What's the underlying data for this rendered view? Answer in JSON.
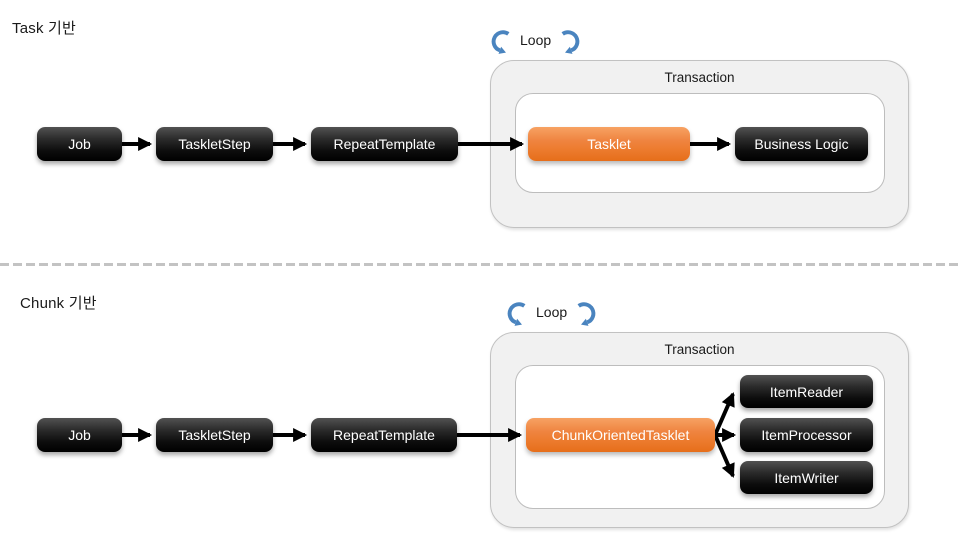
{
  "colors": {
    "node_black": "#0d0d0d",
    "node_orange": "#ED7D31",
    "loop_blue": "#4A84BF",
    "panel_gray": "#f1f1f1",
    "panel_border": "#c2c2c2",
    "divider_gray": "#c3c3c3",
    "arrow_black": "#000000"
  },
  "sections": {
    "task": {
      "title": "Task 기반",
      "loop_label": "Loop",
      "transaction_label": "Transaction",
      "nodes": {
        "job": "Job",
        "tasklet_step": "TaskletStep",
        "repeat_template": "RepeatTemplate",
        "tasklet": "Tasklet",
        "business_logic": "Business Logic"
      }
    },
    "chunk": {
      "title": "Chunk 기반",
      "loop_label": "Loop",
      "transaction_label": "Transaction",
      "nodes": {
        "job": "Job",
        "tasklet_step": "TaskletStep",
        "repeat_template": "RepeatTemplate",
        "chunk_oriented_tasklet": "ChunkOrientedTasklet",
        "item_reader": "ItemReader",
        "item_processor": "ItemProcessor",
        "item_writer": "ItemWriter"
      }
    }
  }
}
